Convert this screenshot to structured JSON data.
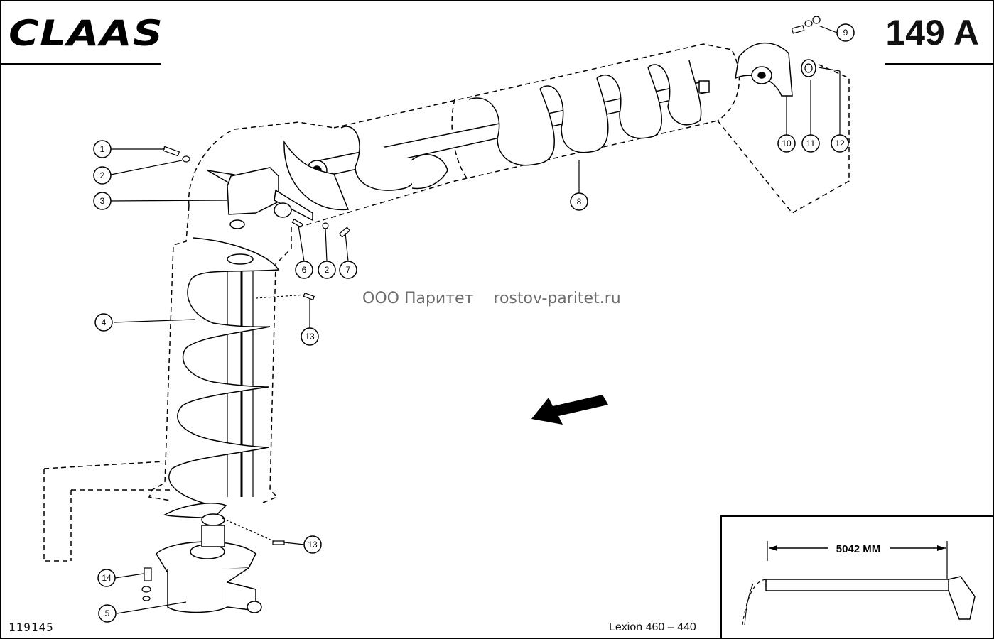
{
  "header": {
    "brand": "CLAAS",
    "page_number": "149 A"
  },
  "watermark": {
    "company": "ООО Паритет",
    "site": "rostov-paritet.ru"
  },
  "footer": {
    "document_number": "119145",
    "model": "Lexion 460 – 440"
  },
  "inset": {
    "dimension_label": "5042 MM"
  },
  "callouts": [
    {
      "id": "callout-1",
      "label": "1"
    },
    {
      "id": "callout-2a",
      "label": "2"
    },
    {
      "id": "callout-3",
      "label": "3"
    },
    {
      "id": "callout-4",
      "label": "4"
    },
    {
      "id": "callout-5",
      "label": "5"
    },
    {
      "id": "callout-6",
      "label": "6"
    },
    {
      "id": "callout-2b",
      "label": "2"
    },
    {
      "id": "callout-7",
      "label": "7"
    },
    {
      "id": "callout-8",
      "label": "8"
    },
    {
      "id": "callout-9",
      "label": "9"
    },
    {
      "id": "callout-10",
      "label": "10"
    },
    {
      "id": "callout-11",
      "label": "11"
    },
    {
      "id": "callout-12",
      "label": "12"
    },
    {
      "id": "callout-13a",
      "label": "13"
    },
    {
      "id": "callout-13b",
      "label": "13"
    },
    {
      "id": "callout-14",
      "label": "14"
    }
  ]
}
